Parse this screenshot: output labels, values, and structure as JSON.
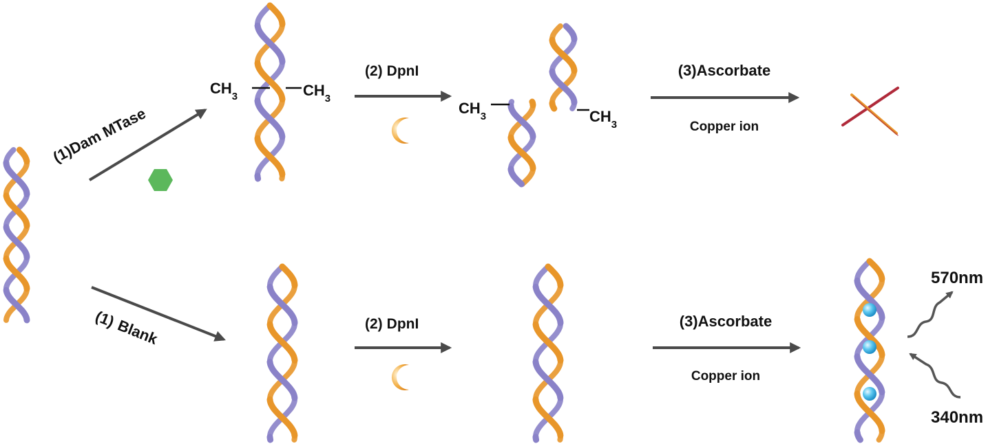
{
  "colors": {
    "strand_orange": "#e8962a",
    "strand_purple": "#8a82c8",
    "arrow": "#4a4a4a",
    "enzyme_hexagon": "#5cb85c",
    "dpni_crescent": "#f0a030",
    "copper_sphere": "#3ab4e8",
    "cross_red": "#b02a3a"
  },
  "top_path": {
    "step1": {
      "num": "(1)",
      "label": "Dam MTase"
    },
    "methyl_left": {
      "base": "CH",
      "sub": "3"
    },
    "methyl_right": {
      "base": "CH",
      "sub": "3"
    },
    "step2": {
      "num": "(2)",
      "label": "DpnI"
    },
    "fragment_methyl_left": {
      "base": "CH",
      "sub": "3"
    },
    "fragment_methyl_right": {
      "base": "CH",
      "sub": "3"
    },
    "step3": {
      "label": "(3)Ascorbate",
      "sublabel": "Copper ion"
    },
    "result_icon": "cross-icon"
  },
  "bottom_path": {
    "step1": {
      "num": "(1)",
      "label": "Blank"
    },
    "step2": {
      "num": "(2)",
      "label": "DpnI"
    },
    "step3": {
      "label": "(3)Ascorbate",
      "sublabel": "Copper ion"
    },
    "emission": "570nm",
    "excitation": "340nm"
  }
}
